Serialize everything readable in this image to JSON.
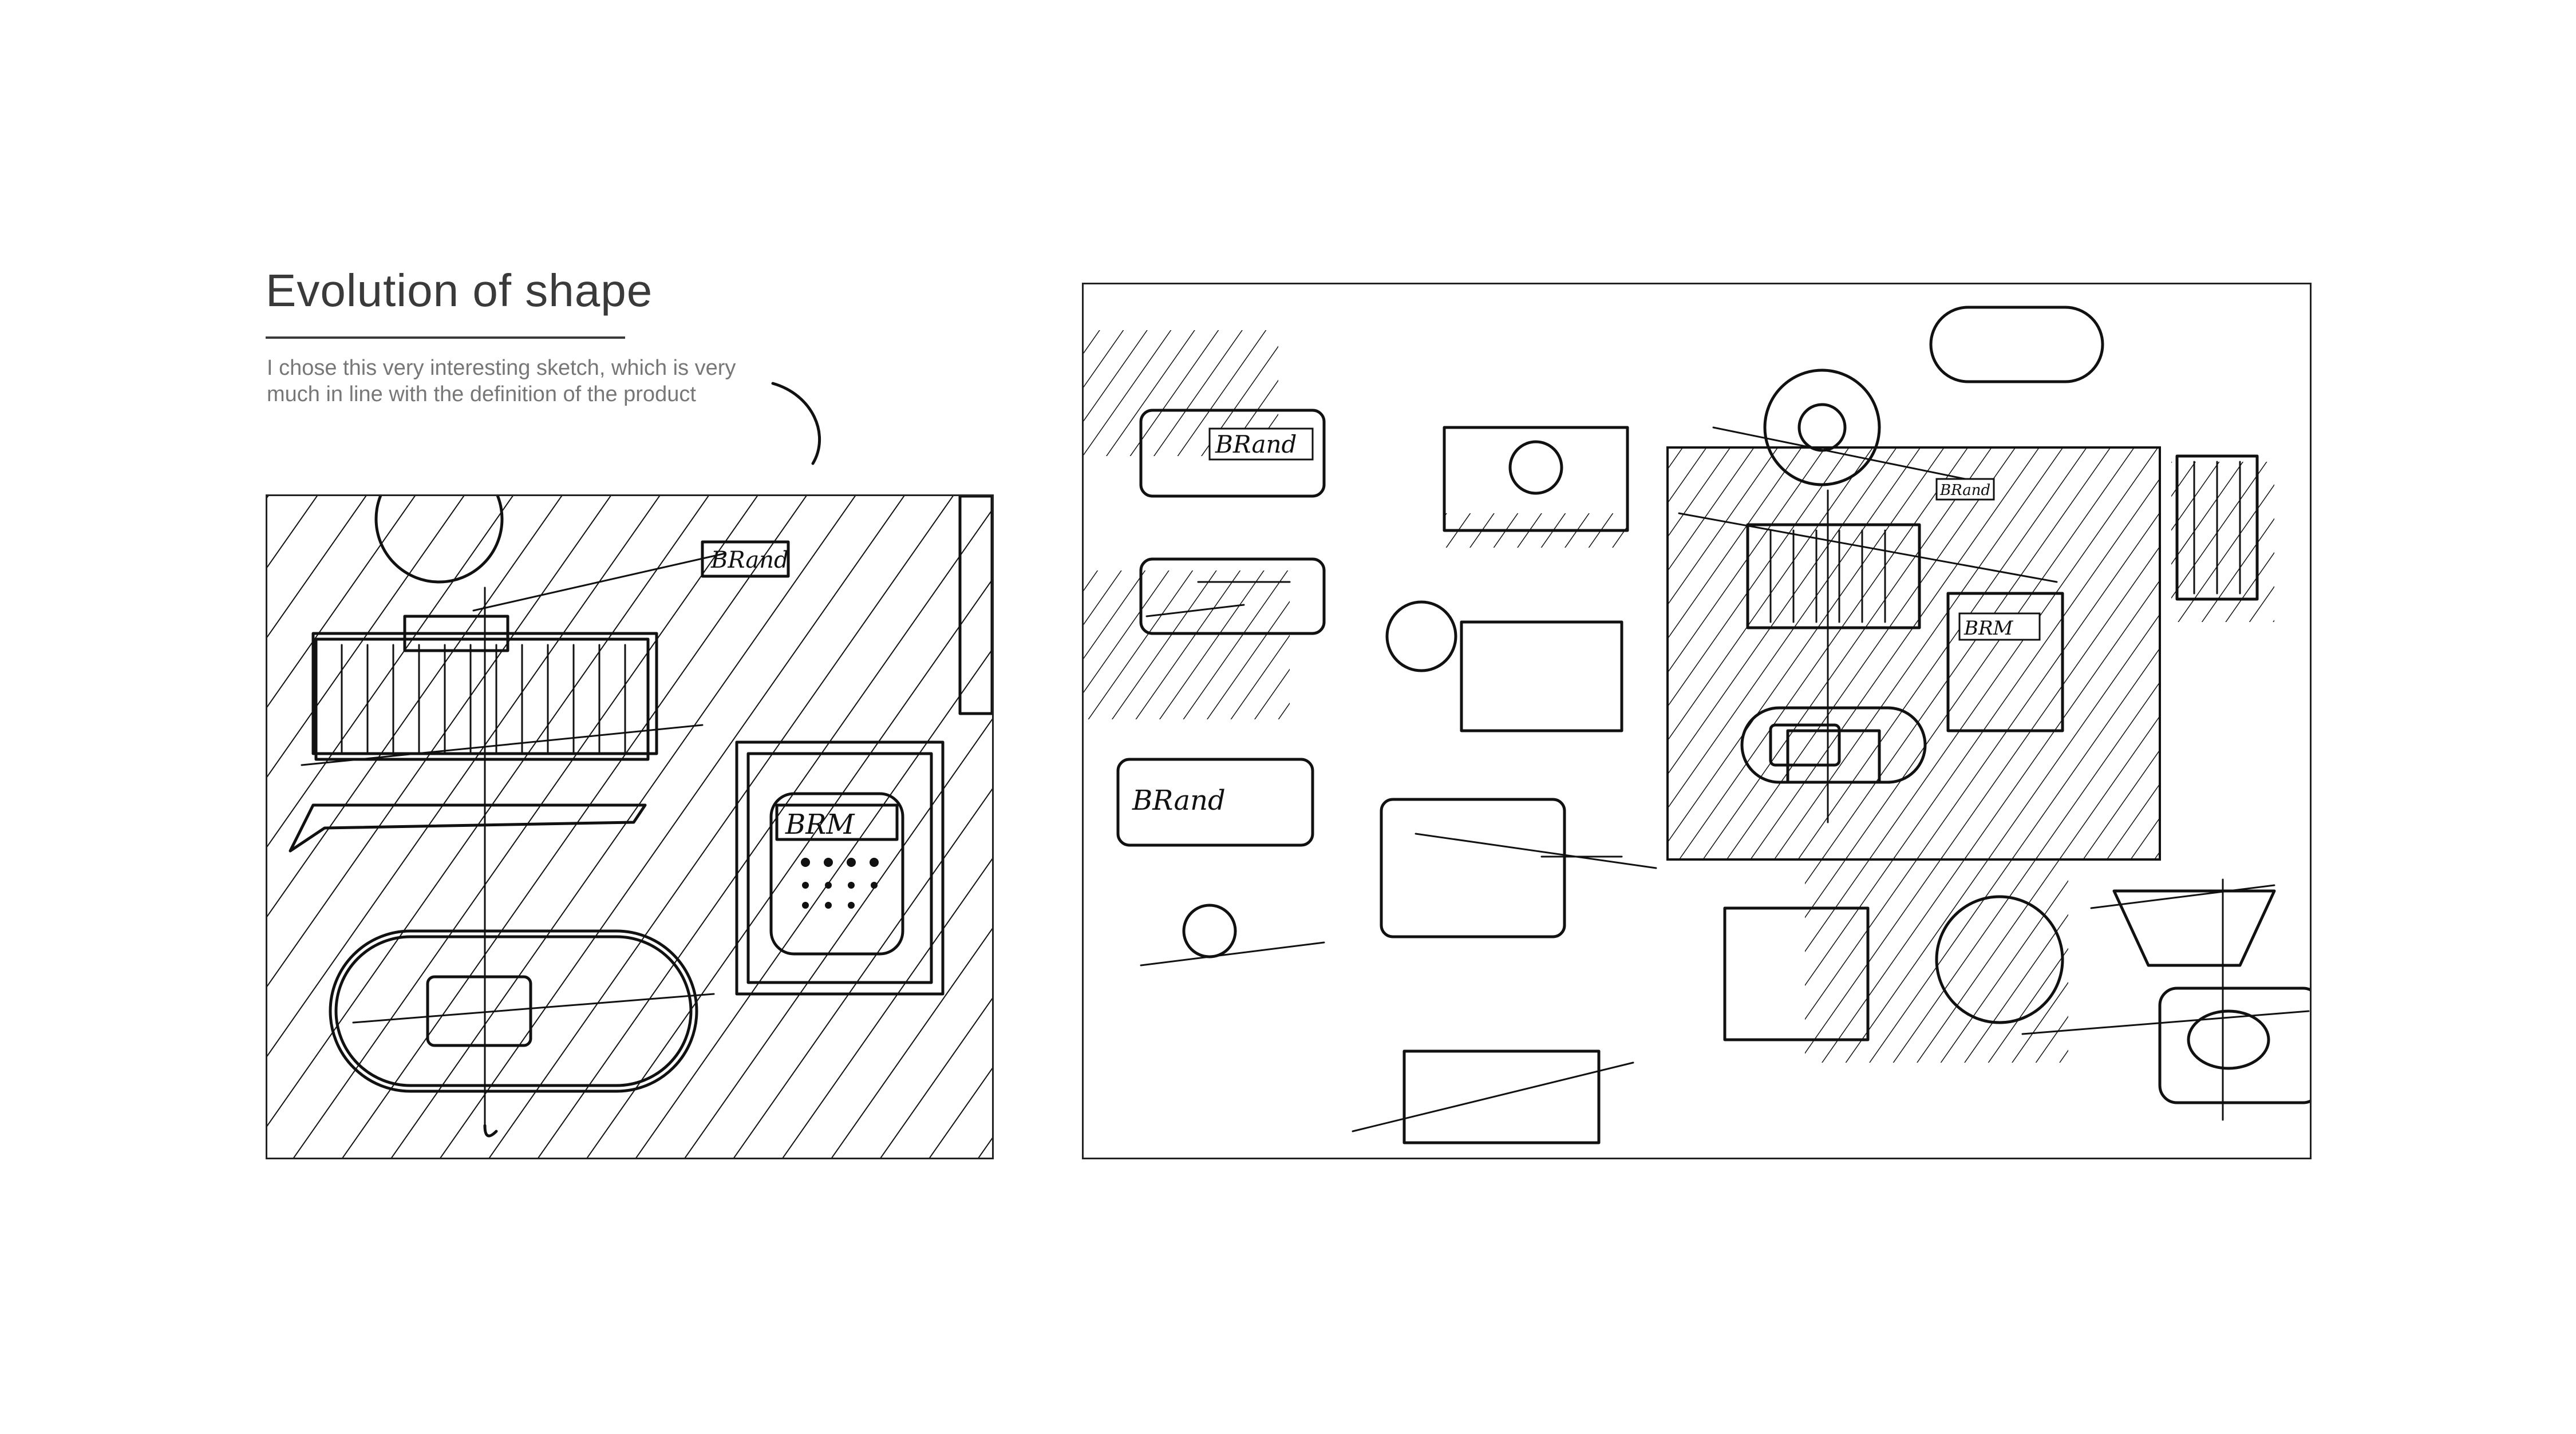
{
  "heading": {
    "title": "Evolution of shape",
    "caption_line1": "I chose this very interesting sketch, which is very",
    "caption_line2": "much in line with the definition of the product"
  },
  "left_sketch": {
    "labels": [
      "BRand",
      "BRM"
    ]
  },
  "right_sketch": {
    "labels": [
      "BRand",
      "BRand",
      "BRand",
      "BRM"
    ]
  }
}
